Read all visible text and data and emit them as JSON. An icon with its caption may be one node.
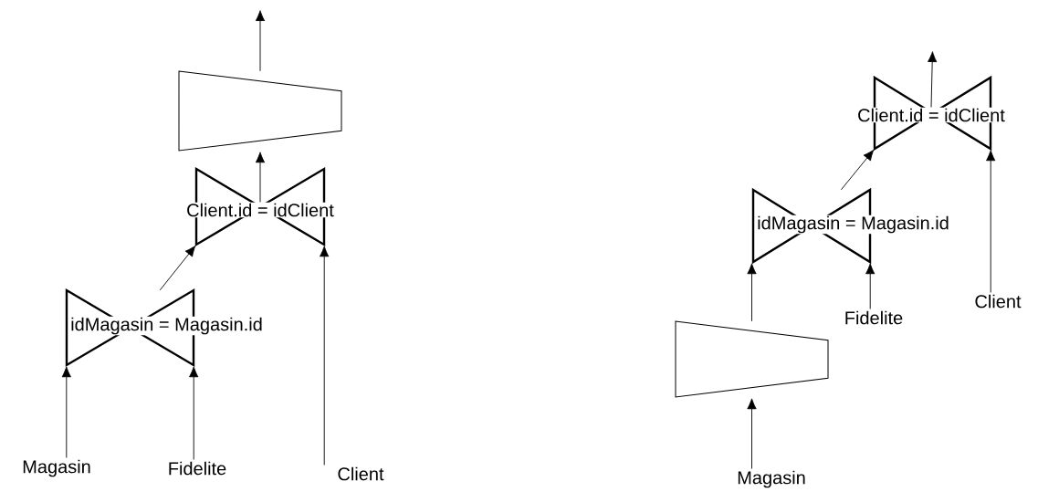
{
  "diagram": {
    "nodes": [
      {
        "text": [],
        "shape": "trapezoid"
      },
      {
        "text": [
          "Client.id = idClient"
        ]
      },
      {
        "text": [
          "idMagasin = Magasin.id"
        ]
      },
      {
        "text": [
          "Magasin"
        ]
      },
      {
        "text": [
          "Fidelite"
        ]
      },
      {
        "text": [
          "Client"
        ]
      },
      {
        "text": [
          "Client.id = idClient"
        ]
      },
      {
        "text": [
          "idMagasin = Magasin.id"
        ]
      },
      {
        "text": [
          "Client"
        ]
      },
      {
        "text": [
          "Fidelite"
        ]
      },
      {
        "text": [],
        "shape": "trapezoid"
      },
      {
        "text": [
          "Magasin"
        ]
      }
    ],
    "edges": [
      {
        "from": 0,
        "to": null,
        "arrow": "to"
      },
      {
        "from": 1,
        "to": 0,
        "arrow": "to"
      },
      {
        "from": 2,
        "to": 1,
        "arrow": "to"
      },
      {
        "from": 3,
        "to": 2,
        "arrow": "to"
      },
      {
        "from": 4,
        "to": 2,
        "arrow": "to"
      },
      {
        "from": 5,
        "to": 1,
        "arrow": "to"
      },
      {
        "from": 6,
        "to": null,
        "arrow": "to"
      },
      {
        "from": 7,
        "to": 6,
        "arrow": "to"
      },
      {
        "from": 8,
        "to": 6,
        "arrow": "to"
      },
      {
        "from": 9,
        "to": 7,
        "arrow": "to"
      },
      {
        "from": 10,
        "to": 7,
        "arrow": "to"
      },
      {
        "from": 11,
        "to": 10,
        "arrow": "to"
      }
    ]
  }
}
